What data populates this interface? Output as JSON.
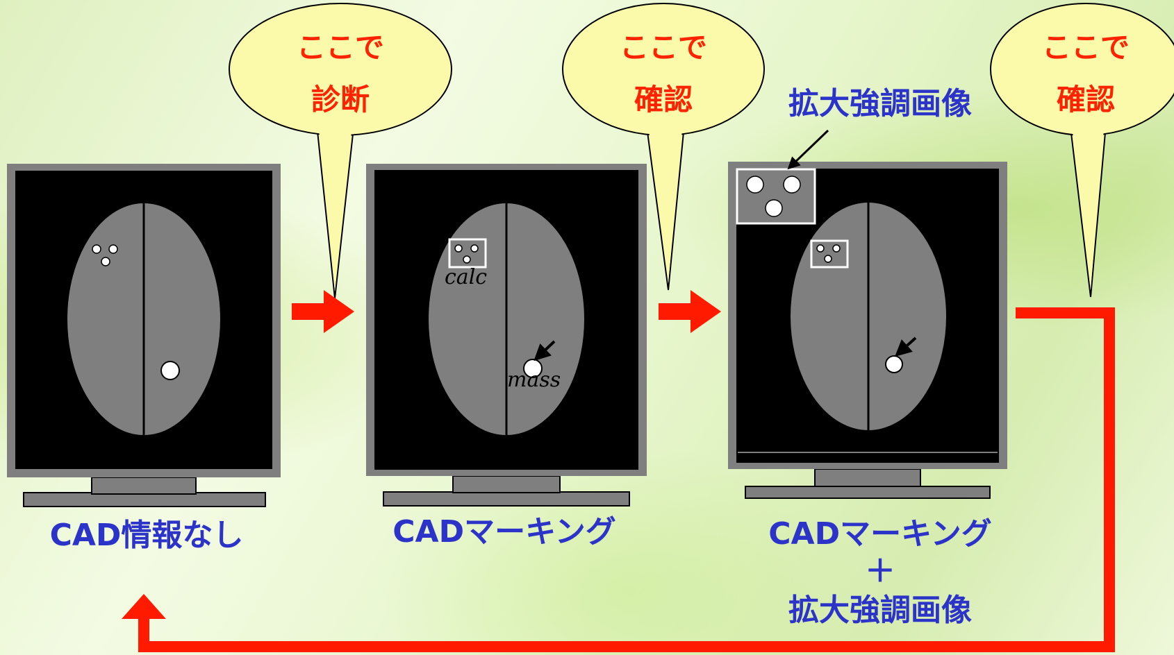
{
  "bubbles": [
    {
      "line1": "ここで",
      "line2": "診断"
    },
    {
      "line1": "ここで",
      "line2": "確認"
    },
    {
      "line1": "ここで",
      "line2": "確認"
    }
  ],
  "monitors": [
    {
      "caption": "CAD情報なし"
    },
    {
      "caption": "CADマーキング",
      "calc_label": "calc",
      "mass_label": "mass"
    },
    {
      "caption_line1": "CADマーキング",
      "caption_line2": "＋",
      "caption_line3": "拡大強調画像",
      "callout": "拡大強調画像"
    }
  ],
  "colors": {
    "arrow": "#ff1a00",
    "bubble_fill": "#fafaaa",
    "bubble_text": "#ff2200",
    "caption_text": "#2b33c8",
    "screen": "#000000",
    "breast": "#7f7f7f",
    "bezel": "#7f7f7f"
  }
}
